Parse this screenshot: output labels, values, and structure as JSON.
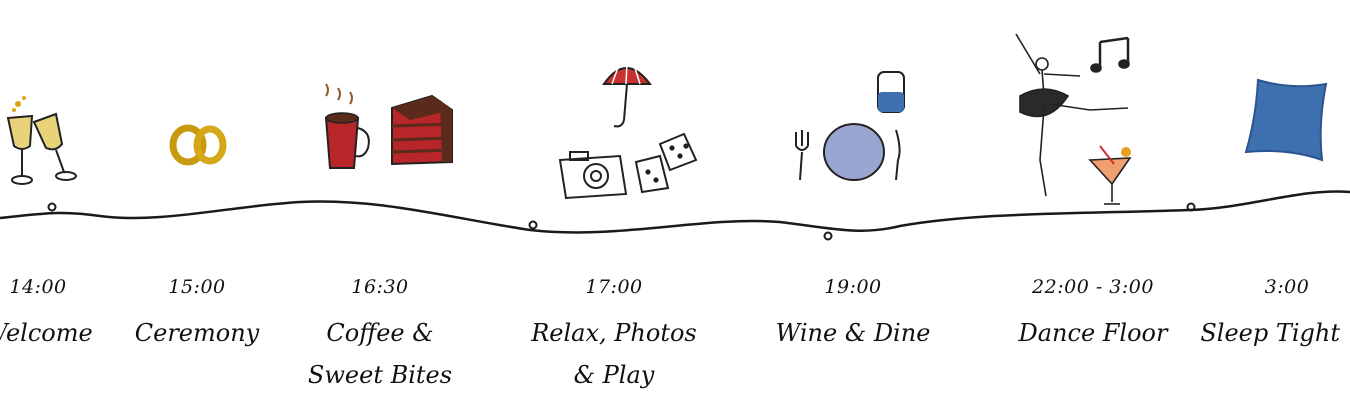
{
  "schedule": [
    {
      "time": "14:00",
      "label_lines": [
        "Welcome"
      ],
      "icon": "champagne-glasses-icon"
    },
    {
      "time": "15:00",
      "label_lines": [
        "Ceremony"
      ],
      "icon": "wedding-rings-icon"
    },
    {
      "time": "16:30",
      "label_lines": [
        "Coffee &",
        "Sweet Bites"
      ],
      "icon": "coffee-cake-icon"
    },
    {
      "time": "17:00",
      "label_lines": [
        "Relax, Photos",
        "& Play"
      ],
      "icon": "umbrella-camera-dice-icon"
    },
    {
      "time": "19:00",
      "label_lines": [
        "Wine & Dine"
      ],
      "icon": "plate-cutlery-glass-icon"
    },
    {
      "time": "22:00 - 3:00",
      "label_lines": [
        "Dance Floor"
      ],
      "icon": "dancer-music-cocktail-icon"
    },
    {
      "time": "3:00",
      "label_lines": [
        "Sleep Tight"
      ],
      "icon": "pillow-icon"
    }
  ],
  "colors": {
    "ink": "#111111",
    "gold": "#d4a818",
    "champagne": "#e8d27a",
    "red": "#b8262a",
    "brown": "#5a2a1a",
    "blue": "#3e6fae",
    "lavender": "#9aa6d2"
  }
}
